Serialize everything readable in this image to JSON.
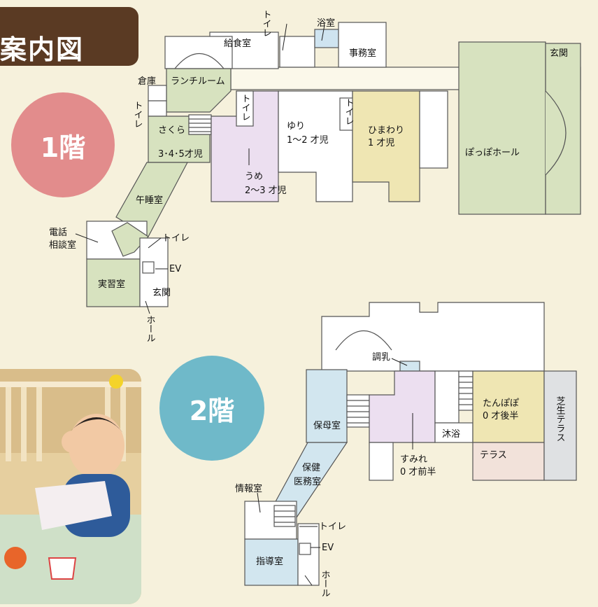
{
  "title": "案内図",
  "floor1": {
    "badge": "1階",
    "rooms": {
      "kyushoku": "給食室",
      "yokushitsu": "浴室",
      "jimushitsu": "事務室",
      "genkan": "玄関",
      "lunch": "ランチルーム",
      "souko": "倉庫",
      "sakura": "さくら",
      "sakura_age": "3･4･5才児",
      "ume": "うめ",
      "ume_age": "2〜3 才児",
      "yuri": "ゆり",
      "yuri_age": "1〜2 才児",
      "himawari": "ひまわり",
      "himawari_age": "1 才児",
      "poppo": "ぽっぽホール",
      "gosui": "午睡室",
      "denwa1": "電話",
      "denwa2": "相談室",
      "toilet": "トイレ",
      "ev": "EV",
      "jisshu": "実習室",
      "genkan2": "玄関",
      "hall": "ホール"
    }
  },
  "floor2": {
    "badge": "2階",
    "rooms": {
      "chonyu": "調乳",
      "hobo": "保母室",
      "tanpopo": "たんぽぽ",
      "tanpopo_age": "0 才後半",
      "shibafu": "芝生テラス",
      "mokuyoku": "沐浴",
      "sumire": "すみれ",
      "sumire_age": "0 才前半",
      "terrace": "テラス",
      "hoken1": "保健",
      "hoken2": "医務室",
      "joho": "情報室",
      "toilet": "トイレ",
      "ev": "EV",
      "shido": "指導室",
      "hall": "ホール"
    }
  },
  "colors": {
    "title_bg": "#5a3a23",
    "floor1_badge": "#e28c8c",
    "floor2_badge": "#6fb9c9",
    "green_room": "#d7e2bf",
    "pink_room": "#ecdff0",
    "yellow_room": "#efe6b3",
    "blue_room": "#d2e6ef",
    "gray_room": "#dfe1e3",
    "terrace_pink": "#f2e2da"
  }
}
